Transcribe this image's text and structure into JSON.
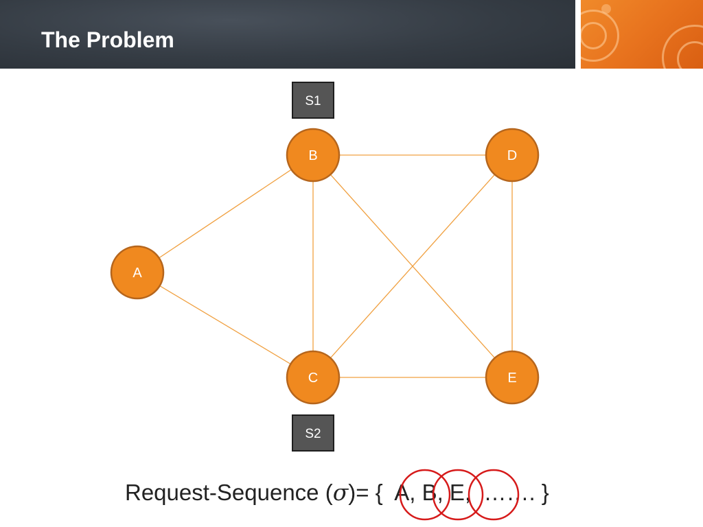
{
  "slide": {
    "title": "The Problem"
  },
  "diagram": {
    "nodes": [
      {
        "id": "A",
        "label": "A"
      },
      {
        "id": "B",
        "label": "B"
      },
      {
        "id": "C",
        "label": "C"
      },
      {
        "id": "D",
        "label": "D"
      },
      {
        "id": "E",
        "label": "E"
      }
    ],
    "edges": [
      [
        "A",
        "B"
      ],
      [
        "A",
        "C"
      ],
      [
        "B",
        "C"
      ],
      [
        "B",
        "D"
      ],
      [
        "B",
        "E"
      ],
      [
        "C",
        "D"
      ],
      [
        "C",
        "E"
      ],
      [
        "D",
        "E"
      ]
    ],
    "servers": [
      {
        "id": "S1",
        "label": "S1",
        "attached_to": "B"
      },
      {
        "id": "S2",
        "label": "S2",
        "attached_to": "C"
      }
    ]
  },
  "sequence": {
    "prefix": "Request-Sequence (",
    "symbol": "σ",
    "open": ")= {  ",
    "items": [
      "A,",
      "B,",
      "E,"
    ],
    "rest": "  ……. }",
    "circled_items": [
      "A",
      "B",
      "E"
    ]
  },
  "colors": {
    "node_fill": "#f0891f",
    "node_stroke": "#b5651c",
    "edge": "#f0a040",
    "server_fill": "#555555",
    "server_stroke": "#1e1e1e",
    "circle_highlight": "#d61a1a"
  }
}
